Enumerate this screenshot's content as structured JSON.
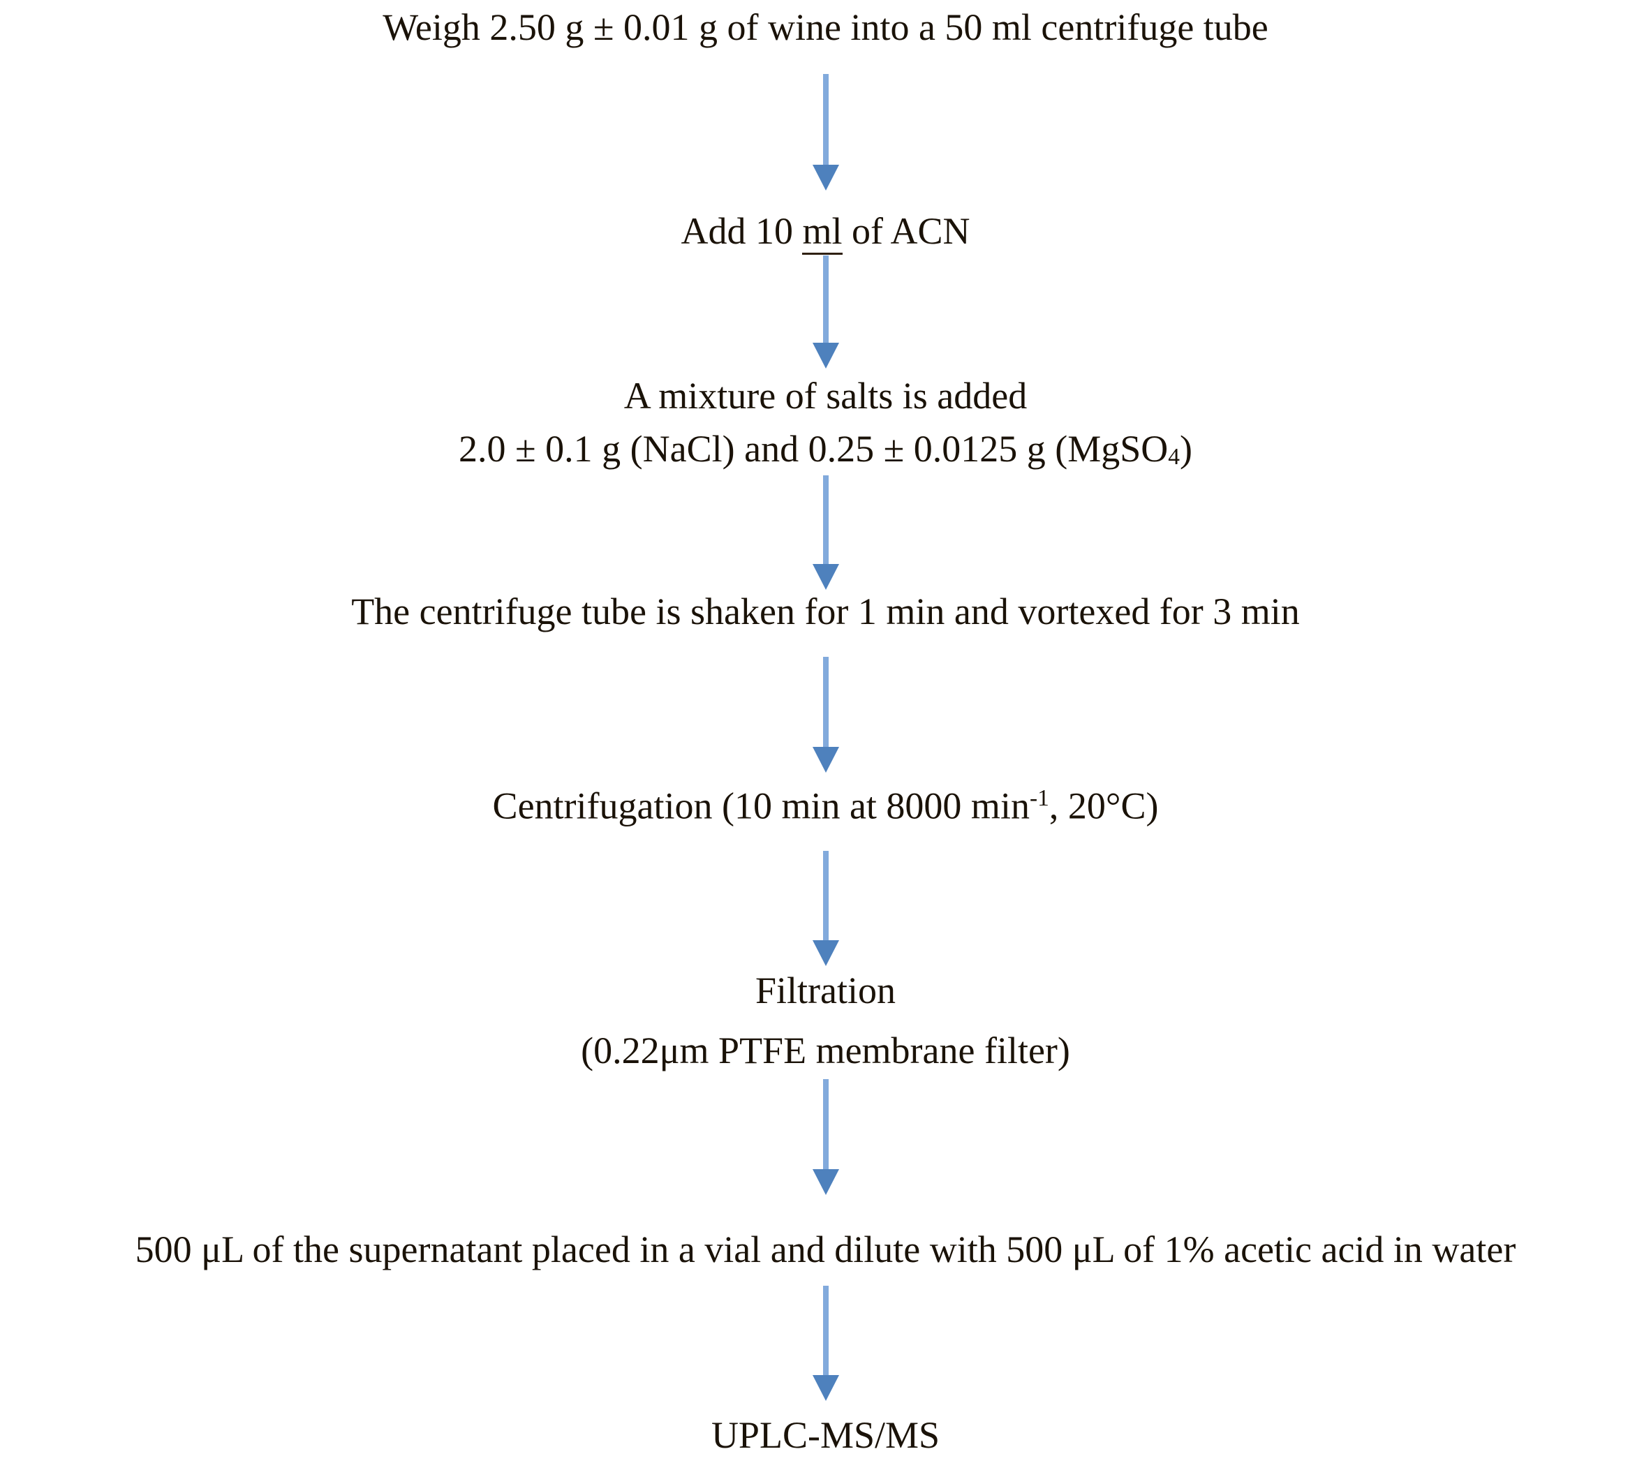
{
  "colors": {
    "arrow_head": "#4e81bd",
    "arrow_shaft": "#82aadc",
    "text": "#1a1208"
  },
  "flowchart": {
    "steps": [
      {
        "id": "weigh-wine",
        "lines": [
          {
            "text": "Weigh 2.50 g ± 0.01 g of wine into a 50 ml centrifuge tube"
          }
        ]
      },
      {
        "id": "add-acn",
        "lines": [
          {
            "pre": "Add 10 ",
            "underlined": "ml",
            "post": " of ACN"
          }
        ]
      },
      {
        "id": "add-salts",
        "lines": [
          {
            "text": "A mixture of salts is added"
          },
          {
            "pre": "2.0 ± 0.1 g (NaCl) and 0.25 ± 0.0125 g (MgSO",
            "sub": "4",
            "post": ")"
          }
        ]
      },
      {
        "id": "shake-vortex",
        "lines": [
          {
            "text": "The centrifuge tube is shaken for 1 min and vortexed for 3 min"
          }
        ]
      },
      {
        "id": "centrifugation",
        "lines": [
          {
            "pre": "Centrifugation (10 min at 8000 min",
            "sup": "-1",
            "post": ", 20°C)"
          }
        ]
      },
      {
        "id": "filtration",
        "lines": [
          {
            "text": "Filtration"
          },
          {
            "text": "(0.22μm PTFE membrane filter)"
          }
        ]
      },
      {
        "id": "dilute-supernatant",
        "lines": [
          {
            "text": "500 μL of the supernatant placed in a vial and dilute with 500 μL of 1% acetic acid in water"
          }
        ]
      },
      {
        "id": "uplc-ms-ms",
        "lines": [
          {
            "text": "UPLC-MS/MS"
          }
        ]
      }
    ],
    "arrow_count": 7
  }
}
